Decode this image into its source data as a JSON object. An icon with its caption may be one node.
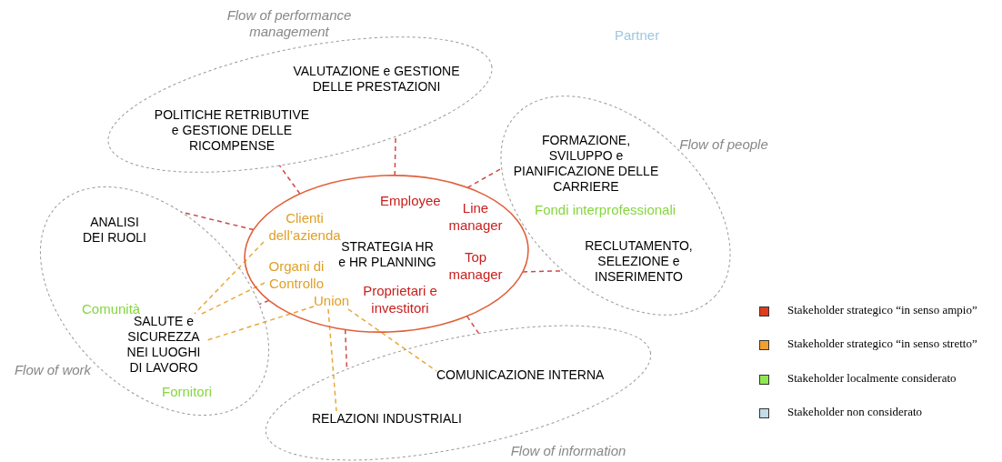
{
  "diagram": {
    "nodes": [
      {
        "text": [
          "Flow of performance management"
        ]
      },
      {
        "text": [
          "VALUTAZIONE e GESTIONE DELLE PRESTAZIONI"
        ],
        "in": 0
      },
      {
        "text": [
          "POLITICHE RETRIBUTIVE e GESTIONE DELLE RICOMPENSE"
        ],
        "in": 0
      },
      {
        "text": [
          "Flow of people"
        ]
      },
      {
        "text": [
          "FORMAZIONE, SVILUPPO e PIANIFICAZIONE DELLE CARRIERE"
        ],
        "in": 3
      },
      {
        "text": [
          "Fondi interprofessionali"
        ],
        "in": 3
      },
      {
        "text": [
          "RECLUTAMENTO, SELEZIONE e INSERIMENTO"
        ],
        "in": 3
      },
      {
        "text": [
          "Flow of work"
        ]
      },
      {
        "text": [
          "ANALISI DEI RUOLI"
        ],
        "in": 7
      },
      {
        "text": [
          "Comunità"
        ],
        "in": 7
      },
      {
        "text": [
          "SALUTE e SICUREZZA NEI LUOGHI DI LAVORO"
        ],
        "in": 7
      },
      {
        "text": [
          "Fornitori"
        ],
        "in": 7
      },
      {
        "text": [
          "STRATEGIA HR e HR PLANNING"
        ]
      },
      {
        "text": [
          "Employee"
        ],
        "in": 12
      },
      {
        "text": [
          "Line manager"
        ],
        "in": 12
      },
      {
        "text": [
          "Clienti dell’azienda"
        ],
        "in": 12
      },
      {
        "text": [
          "Top manager"
        ],
        "in": 12
      },
      {
        "text": [
          "Organi di Controllo"
        ],
        "in": 12
      },
      {
        "text": [
          "Union"
        ],
        "in": 12
      },
      {
        "text": [
          "Proprietari e investitori"
        ],
        "in": 12
      },
      {
        "text": [
          "Flow of information"
        ]
      },
      {
        "text": [
          "COMUNICAZIONE INTERNA"
        ],
        "in": 20
      },
      {
        "text": [
          "RELAZIONI INDUSTRIALI"
        ],
        "in": 20
      }
    ],
    "edges": [
      {
        "from": 12,
        "to": 0,
        "arrow": "none",
        "style": "dashed"
      },
      {
        "from": 12,
        "to": 0,
        "arrow": "none",
        "style": "dashed"
      },
      {
        "from": 12,
        "to": 3,
        "arrow": "none",
        "style": "dashed"
      },
      {
        "from": 12,
        "to": 3,
        "arrow": "none",
        "style": "dashed"
      },
      {
        "from": 12,
        "to": 7,
        "arrow": "none",
        "style": "dashed"
      },
      {
        "from": 12,
        "to": 7,
        "arrow": "none",
        "style": "dashed"
      },
      {
        "from": 12,
        "to": 20,
        "arrow": "none",
        "style": "dashed"
      },
      {
        "from": 12,
        "to": 20,
        "arrow": "none",
        "style": "dashed"
      },
      {
        "from": 15,
        "to": 10,
        "arrow": "none",
        "style": "dashed",
        "color": "#e8a838"
      },
      {
        "from": 17,
        "to": 10,
        "arrow": "none",
        "style": "dashed",
        "color": "#e8a838"
      },
      {
        "from": 18,
        "to": 10,
        "arrow": "none",
        "style": "dashed",
        "color": "#e8a838"
      },
      {
        "from": 18,
        "to": 22,
        "arrow": "none",
        "style": "dashed",
        "color": "#e8a838"
      },
      {
        "from": 18,
        "to": 21,
        "arrow": "none",
        "style": "dashed",
        "color": "#e8a838"
      }
    ],
    "labels": [
      "Partner"
    ],
    "legend": [
      {
        "text": "Stakeholder strategico “in senso ampio”",
        "color": "#e03c1e"
      },
      {
        "text": "Stakeholder strategico “in senso stretto”",
        "color": "#f0a030"
      },
      {
        "text": "Stakeholder localmente considerato",
        "color": "#90e850"
      },
      {
        "text": "Stakeholder non considerato",
        "color": "#c0dde8"
      }
    ]
  }
}
